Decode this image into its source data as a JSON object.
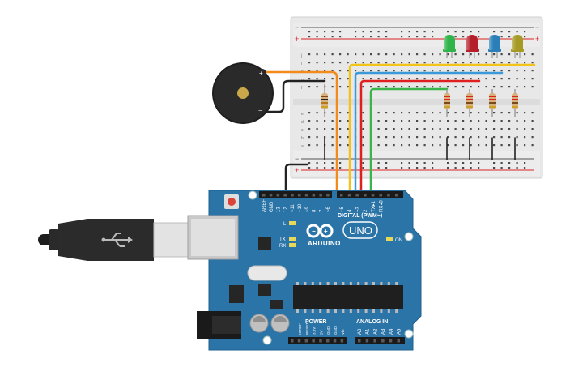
{
  "board": {
    "brand": "ARDUINO",
    "model": "UNO",
    "digital_label": "DIGITAL (PWM~)",
    "power_label": "POWER",
    "analog_label": "ANALOG IN",
    "on_label": "ON",
    "led_l": "L",
    "led_tx": "TX",
    "led_rx": "RX",
    "top_pins": [
      "AREF",
      "GND",
      "13",
      "12",
      "~11",
      "~10",
      "~9",
      "8",
      "7",
      "~6",
      "~5",
      "4",
      "~3",
      "2",
      "TX▸1",
      "RX◂0"
    ],
    "power_pins": [
      "IOREF",
      "RESET",
      "3.3V",
      "5V",
      "GND",
      "GND",
      "Vin"
    ],
    "analog_pins": [
      "A0",
      "A1",
      "A2",
      "A3",
      "A4",
      "A5"
    ]
  },
  "breadboard": {
    "row_letters_top": [
      "j",
      "i",
      "h",
      "g",
      "f"
    ],
    "row_letters_bottom": [
      "e",
      "d",
      "c",
      "b",
      "a"
    ],
    "plus": "+",
    "minus": "−",
    "columns": 30
  },
  "buzzer": {
    "plus": "+",
    "minus": "−"
  },
  "leds": [
    {
      "color": "green",
      "hex": "#2fb34a"
    },
    {
      "color": "red",
      "hex": "#b51f2a"
    },
    {
      "color": "blue",
      "hex": "#2a7fb8"
    },
    {
      "color": "yellow",
      "hex": "#a59a24"
    }
  ],
  "wire_colors": {
    "orange": "#f28a1c",
    "yellow": "#f2c318",
    "blue": "#3a9ad9",
    "red": "#e02020",
    "green": "#39b54a",
    "black": "#222222"
  },
  "board_color": "#2b74a8"
}
